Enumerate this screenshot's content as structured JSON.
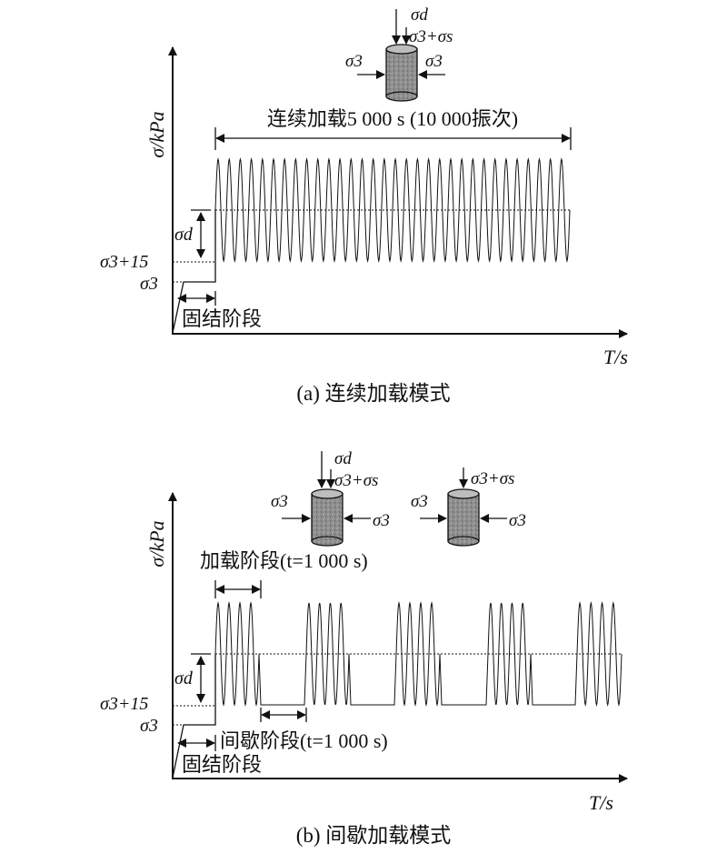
{
  "panel_a": {
    "y_axis_label": "σ/kPa",
    "x_axis_label": "T/s",
    "duration_label": "连续加载5 000 s (10 000振次)",
    "sigma_d": "σd",
    "sigma3_plus_15": "σ3+15",
    "sigma3": "σ3",
    "consolidation_label": "固结阶段",
    "caption": "(a) 连续加载模式",
    "specimen": {
      "top": "σd",
      "top2": "σ3+σs",
      "left": "σ3",
      "right": "σ3"
    }
  },
  "panel_b": {
    "y_axis_label": "σ/kPa",
    "x_axis_label": "T/s",
    "loading_label": "加载阶段(t=1 000 s)",
    "rest_label": "间歇阶段(t=1 000 s)",
    "sigma_d": "σd",
    "sigma3_plus_15": "σ3+15",
    "sigma3": "σ3",
    "consolidation_label": "固结阶段",
    "caption": "(b) 间歇加载模式",
    "specimen1": {
      "top": "σd",
      "top2": "σ3+σs",
      "left": "σ3",
      "right": "σ3"
    },
    "specimen2": {
      "top2": "σ3+σs",
      "left": "σ3",
      "right": "σ3"
    }
  }
}
